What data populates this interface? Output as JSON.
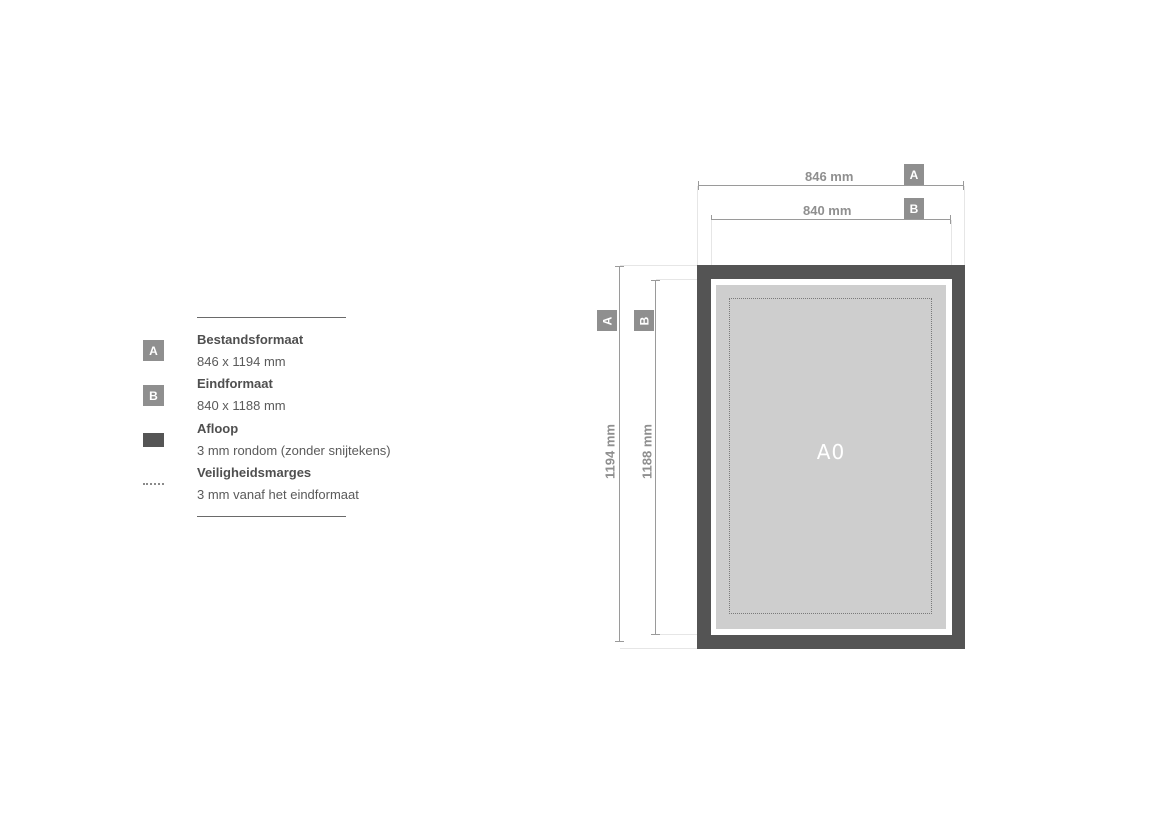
{
  "legend": {
    "items": [
      {
        "key": "A",
        "key_type": "badge",
        "title": "Bestandsformaat",
        "desc": "846 x 1194 mm"
      },
      {
        "key": "B",
        "key_type": "badge",
        "title": "Eindformaat",
        "desc": "840 x 1188 mm"
      },
      {
        "key": "",
        "key_type": "swatch",
        "title": "Afloop",
        "desc": "3 mm rondom (zonder snijtekens)"
      },
      {
        "key": "",
        "key_type": "dots",
        "title": "Veiligheidsmarges",
        "desc": "3 mm vanaf het eindformaat"
      }
    ]
  },
  "diagram": {
    "poster_label": "A0",
    "width_a": {
      "badge": "A",
      "label": "846 mm"
    },
    "width_b": {
      "badge": "B",
      "label": "840 mm"
    },
    "height_a": {
      "badge": "A",
      "label": "1194 mm"
    },
    "height_b": {
      "badge": "B",
      "label": "1188 mm"
    }
  },
  "colors": {
    "bleed": "#545454",
    "content": "#cecece",
    "badge": "#8f8f8f",
    "dimension_line": "#9a9a9a"
  }
}
